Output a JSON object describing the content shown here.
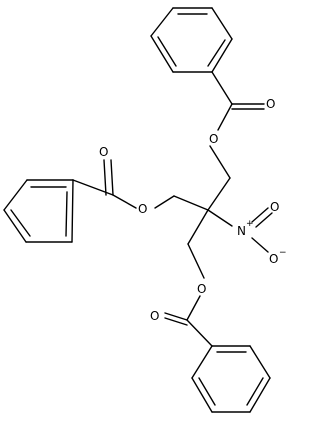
{
  "molecule": {
    "atoms": {
      "o_top_ester": "O",
      "o_top_carbonyl": "O",
      "o_left_ester": "O",
      "o_left_carbonyl": "O",
      "o_bottom_ester": "O",
      "o_bottom_carbonyl": "O",
      "nitro_n": "N",
      "nitro_o_double": "O",
      "nitro_o_single": "O"
    },
    "charges": {
      "nitro_n": "+",
      "nitro_o_single": "−"
    },
    "colors": {
      "bond": "#000000",
      "label": "#000000",
      "background": "#ffffff"
    }
  }
}
